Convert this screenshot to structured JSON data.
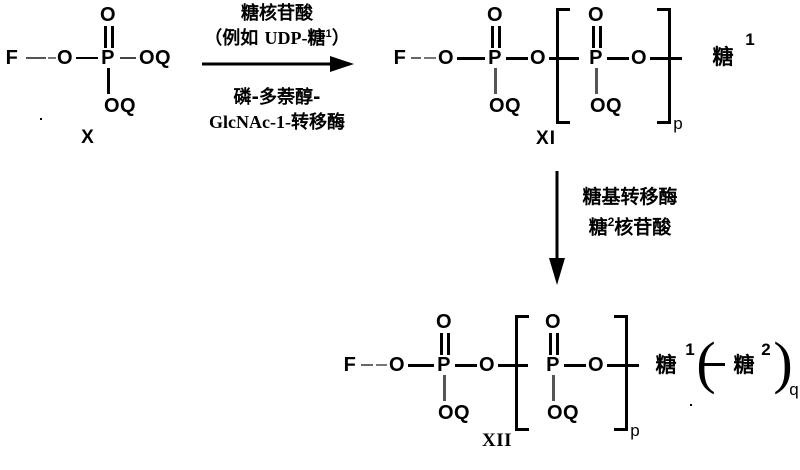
{
  "figure": {
    "kind": "chemical-reaction-scheme",
    "background": "#ffffff",
    "ink": "#000000"
  },
  "chart_data": {
    "type": "diagram",
    "title": "",
    "nodes": [
      {
        "id": "X",
        "label": "X",
        "formula": "F-O-P(=O)(OQ)-OQ",
        "atoms": [
          "F",
          "O",
          "P",
          "O",
          "OQ",
          "OQ"
        ]
      },
      {
        "id": "XI",
        "label": "XI",
        "formula": "F-O-P(=O)(OQ)-O-[P(=O)(OQ)-O]p-糖1",
        "repeat_subscript": "p",
        "terminal": "糖",
        "terminal_superscript": "1"
      },
      {
        "id": "XII",
        "label": "XII",
        "formula": "F-O-P(=O)(OQ)-O-[P(=O)(OQ)-O]p-糖1(-糖2)q",
        "repeat_subscript": "p",
        "terminal": "糖",
        "terminal_superscript": "1",
        "branch": "糖",
        "branch_superscript": "2",
        "branch_subscript": "q"
      }
    ],
    "arrows": [
      {
        "id": "arrow-1",
        "from": "X",
        "to": "XI",
        "direction": "right",
        "above": [
          "糖核苷酸",
          "（例如 UDP-糖¹）"
        ],
        "below": [
          "磷-多萘醇-",
          "GlcNAc-1-转移酶"
        ]
      },
      {
        "id": "arrow-2",
        "from": "XI",
        "to": "XII",
        "direction": "down",
        "right": [
          "糖基转移酶",
          "糖²核苷酸"
        ]
      }
    ]
  },
  "structure_x": {
    "label": "X",
    "f": "F",
    "o_link": "O",
    "p": "P",
    "o_double": "O",
    "oq_right": "OQ",
    "oq_down": "OQ"
  },
  "structure_xi": {
    "label": "XI",
    "f": "F",
    "o_link": "O",
    "p1": "P",
    "o_double_1": "O",
    "oq_down_1": "OQ",
    "o_mid": "O",
    "p2": "P",
    "o_double_2": "O",
    "oq_down_2": "OQ",
    "o_right": "O",
    "subscript_p": "p",
    "sugar": "糖",
    "sugar_sup": "1"
  },
  "structure_xii": {
    "label": "XII",
    "f": "F",
    "o_link": "O",
    "p1": "P",
    "o_double_1": "O",
    "oq_down_1": "OQ",
    "o_mid": "O",
    "p2": "P",
    "o_double_2": "O",
    "oq_down_2": "OQ",
    "o_right": "O",
    "subscript_p": "p",
    "sugar1": "糖",
    "sugar1_sup": "1",
    "paren_open": "(",
    "sugar2": "糖",
    "sugar2_sup": "2",
    "paren_close": ")",
    "subscript_q": "q"
  },
  "arrow_horizontal": {
    "above_line1": "糖核苷酸",
    "above_line2_pre": "（例如 ",
    "above_line2_latin": "UDP-",
    "above_line2_sugar": "糖",
    "above_line2_sup": "1",
    "above_line2_post": "）",
    "below_line1": "磷-多萘醇-",
    "below_line2_latin": "GlcNAc-1-",
    "below_line2_cjk": "转移酶"
  },
  "arrow_vertical": {
    "line1": "糖基转移酶",
    "line2_sugar": "糖",
    "line2_sup": "2",
    "line2_rest": "核苷酸"
  }
}
